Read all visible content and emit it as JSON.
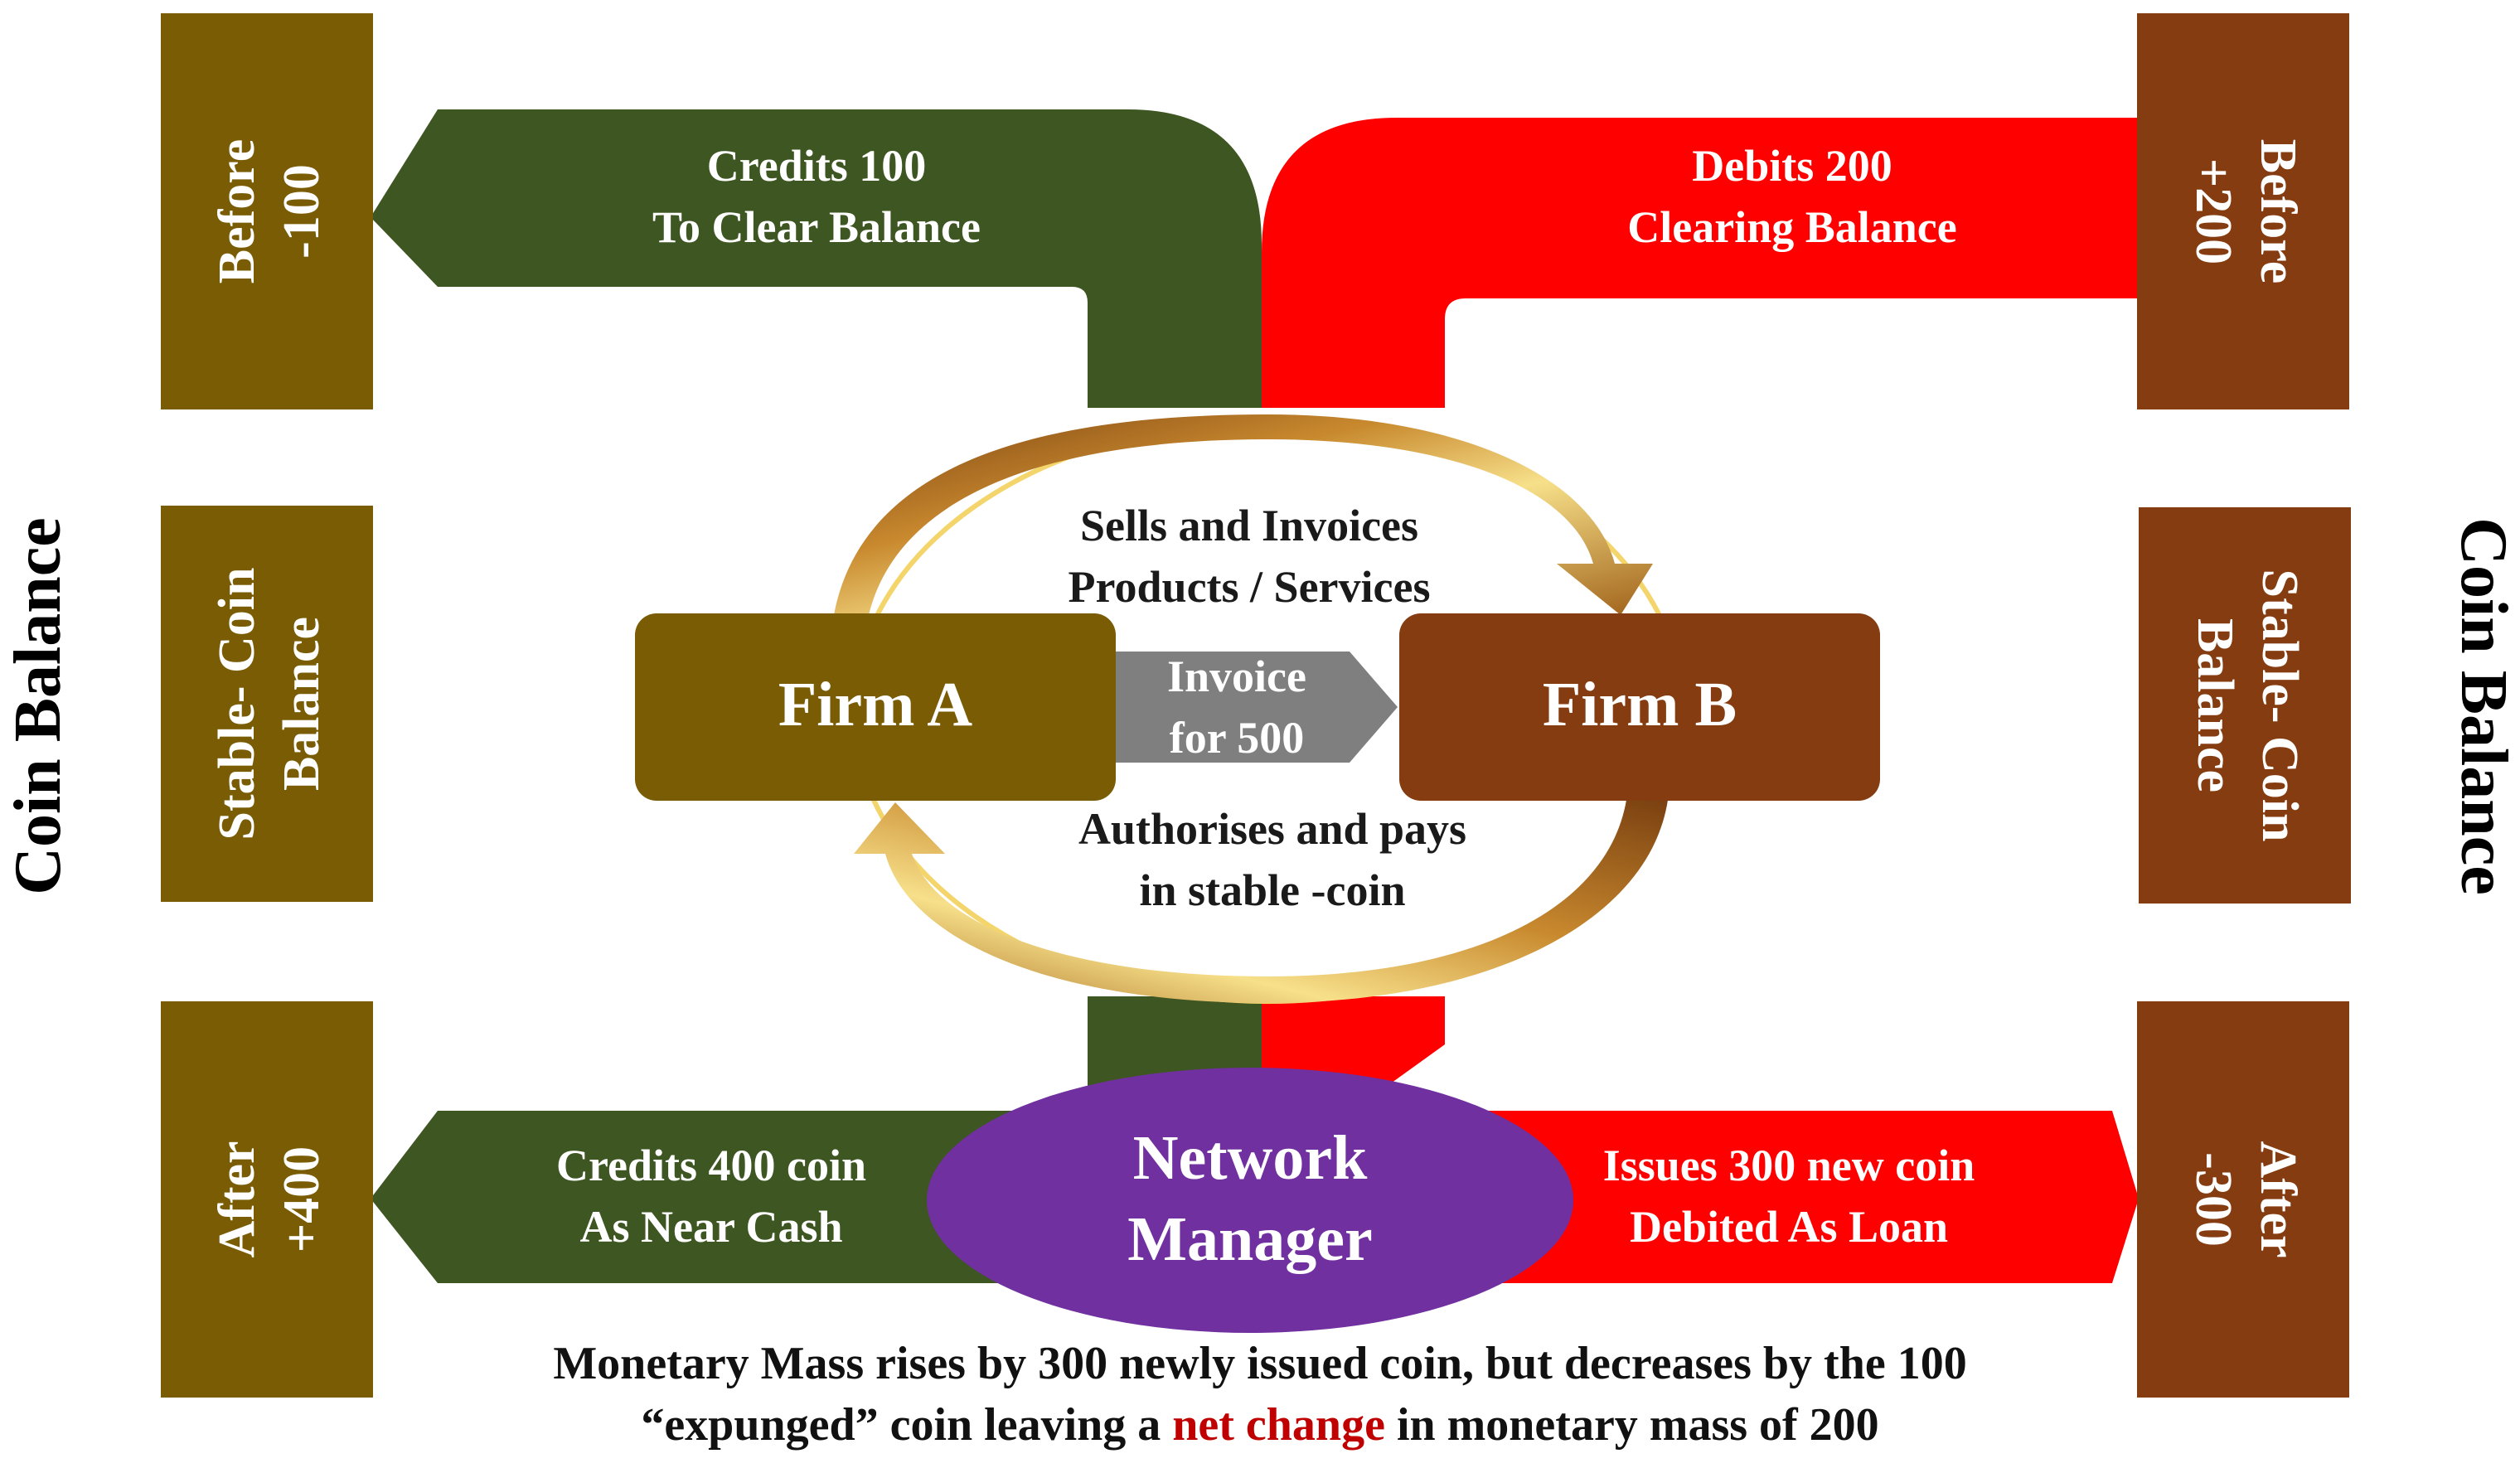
{
  "colors": {
    "olive": "#7a5c05",
    "brown": "#853c10",
    "dark_green": "#3e5622",
    "red": "#ff0000",
    "grey": "#7f7f7f",
    "purple": "#7030a0",
    "gold": "#f4d56b",
    "highlight": "#c00000"
  },
  "left": {
    "side_label": "Coin Balance",
    "before": {
      "label": "Before",
      "value": "-100"
    },
    "stable": {
      "line1": "Stable- Coin",
      "line2": "Balance"
    },
    "after": {
      "label": "After",
      "value": "+400"
    }
  },
  "right": {
    "side_label": "Coin Balance",
    "before": {
      "label": "Before",
      "value": "+200"
    },
    "stable": {
      "line1": "Stable- Coin",
      "line2": "Balance"
    },
    "after": {
      "label": "After",
      "value": "-300"
    }
  },
  "arrows": {
    "top_left": {
      "line1": "Credits 100",
      "line2": "To Clear Balance"
    },
    "top_right": {
      "line1": "Debits 200",
      "line2": "Clearing Balance"
    },
    "bottom_left": {
      "line1": "Credits 400 coin",
      "line2": "As Near Cash"
    },
    "bottom_right": {
      "line1": "Issues 300 new coin",
      "line2": "Debited As Loan"
    }
  },
  "cycle": {
    "top_text": {
      "line1": "Sells and Invoices",
      "line2": "Products / Services"
    },
    "bottom_text": {
      "line1": "Authorises and pays",
      "line2": "in stable -coin"
    }
  },
  "firm_a": "Firm A",
  "firm_b": "Firm B",
  "invoice": {
    "line1": "Invoice",
    "line2": "for 500"
  },
  "network_manager": {
    "line1": "Network",
    "line2": "Manager"
  },
  "footer": {
    "line1": "Monetary Mass rises by 300 newly issued coin, but decreases by the 100",
    "line2_pre": "“expunged” coin leaving a ",
    "line2_highlight": "net change",
    "line2_post": " in monetary mass of 200"
  }
}
